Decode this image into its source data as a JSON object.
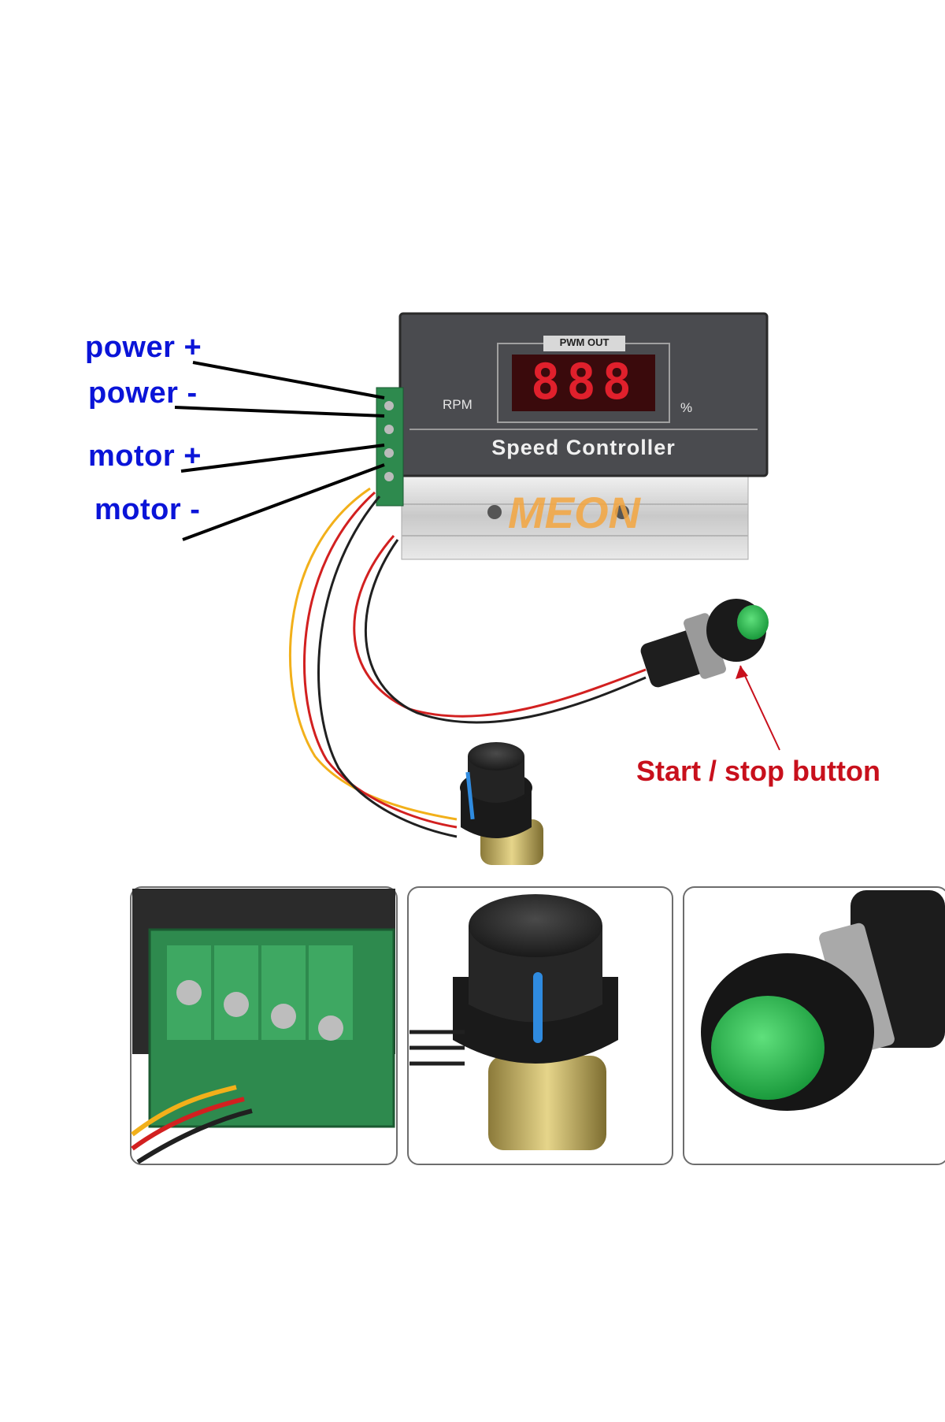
{
  "labels": {
    "power_plus": "power +",
    "power_minus": "power -",
    "motor_plus": "motor +",
    "motor_minus": "motor -",
    "start_stop": "Start / stop button"
  },
  "device": {
    "pwm_label": "PWM OUT",
    "display_digits": "888",
    "rpm_label": "RPM",
    "percent_label": "%",
    "name": "Speed Controller"
  },
  "watermark": "MEON",
  "colors": {
    "label_blue": "#0a14d8",
    "callout_red": "#c8101c",
    "led_red": "#e0202c",
    "panel_gray": "#4a4b4f",
    "terminal_green": "#2e8a4e",
    "button_green": "#23b34a",
    "knob_indicator_blue": "#2f8be0",
    "watermark_orange": "#f4a640"
  },
  "icons": {
    "knob": "potentiometer-knob-icon",
    "button": "push-button-icon",
    "terminal": "screw-terminal-icon"
  }
}
